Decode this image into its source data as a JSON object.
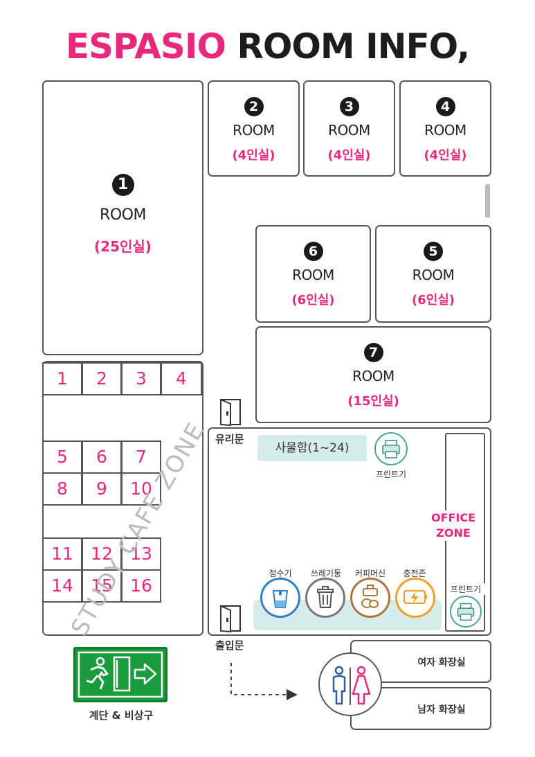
{
  "title": {
    "brand": "ESPASIO",
    "rest": "ROOM INFO,"
  },
  "colors": {
    "accent": "#e8287c",
    "exit_green": "#1a9b3d",
    "counter": "#d6eceb",
    "border": "#555555"
  },
  "rooms": [
    {
      "num": "1",
      "name": "ROOM",
      "capacity": "(25인실)"
    },
    {
      "num": "2",
      "name": "ROOM",
      "capacity": "(4인실)"
    },
    {
      "num": "3",
      "name": "ROOM",
      "capacity": "(4인실)"
    },
    {
      "num": "4",
      "name": "ROOM",
      "capacity": "(4인실)"
    },
    {
      "num": "5",
      "name": "ROOM",
      "capacity": "(6인실)"
    },
    {
      "num": "6",
      "name": "ROOM",
      "capacity": "(6인실)"
    },
    {
      "num": "7",
      "name": "ROOM",
      "capacity": "(15인실)"
    }
  ],
  "seats": [
    "1",
    "2",
    "3",
    "4",
    "5",
    "6",
    "7",
    "8",
    "9",
    "10",
    "11",
    "12",
    "13",
    "14",
    "15",
    "16"
  ],
  "watermark": "STUDY CAFE ZONE",
  "doors": {
    "glass": "유리문",
    "entrance": "출입문"
  },
  "locker": "사물함(1~24)",
  "printer_label": "프린트기",
  "office_zone": {
    "line1": "OFFICE",
    "line2": "ZONE"
  },
  "amenities": [
    {
      "label": "정수기",
      "icon": "water-dispenser-icon"
    },
    {
      "label": "쓰레기통",
      "icon": "trash-bin-icon"
    },
    {
      "label": "커피머신",
      "icon": "coffee-machine-icon"
    },
    {
      "label": "충전존",
      "icon": "charging-zone-icon"
    }
  ],
  "exit_label": "계단 & 비상구",
  "restrooms": {
    "women": "여자 화장실",
    "men": "남자 화장실"
  }
}
